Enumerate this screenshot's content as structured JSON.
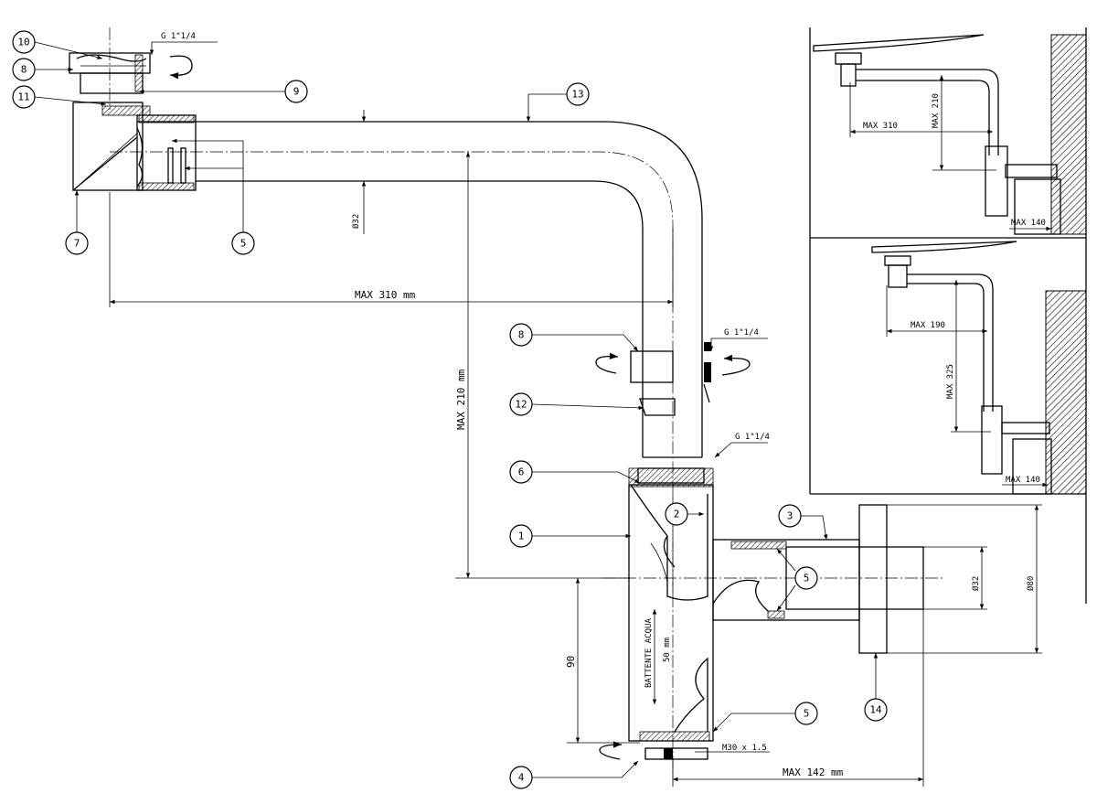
{
  "callouts": {
    "c10": "10",
    "c8a": "8",
    "c11": "11",
    "c9": "9",
    "c13": "13",
    "c7": "7",
    "c5a": "5",
    "c8b": "8",
    "c12": "12",
    "c6": "6",
    "c2": "2",
    "c1": "1",
    "c3": "3",
    "c5b": "5",
    "c5c": "5",
    "c14": "14",
    "c4": "4"
  },
  "labels": {
    "g_top": "G 1\"1/4",
    "g_mid": "G 1\"1/4",
    "g_low": "G 1\"1/4",
    "d32_pipe": "Ø32",
    "max310": "MAX  310 mm",
    "max210": "MAX  210 mm",
    "battente": "BATTENTE ACQUA",
    "battente_val": "50 mm",
    "d90": "90",
    "d32_side": "Ø32",
    "d80": "Ø80",
    "m30": "M30 x 1.5",
    "max142": "MAX 142 mm"
  },
  "inset_top": {
    "max310": "MAX 310",
    "max210": "MAX 210",
    "max140": "MAX 140"
  },
  "inset_bottom": {
    "max190": "MAX 190",
    "max325": "MAX 325",
    "max140": "MAX 140"
  }
}
